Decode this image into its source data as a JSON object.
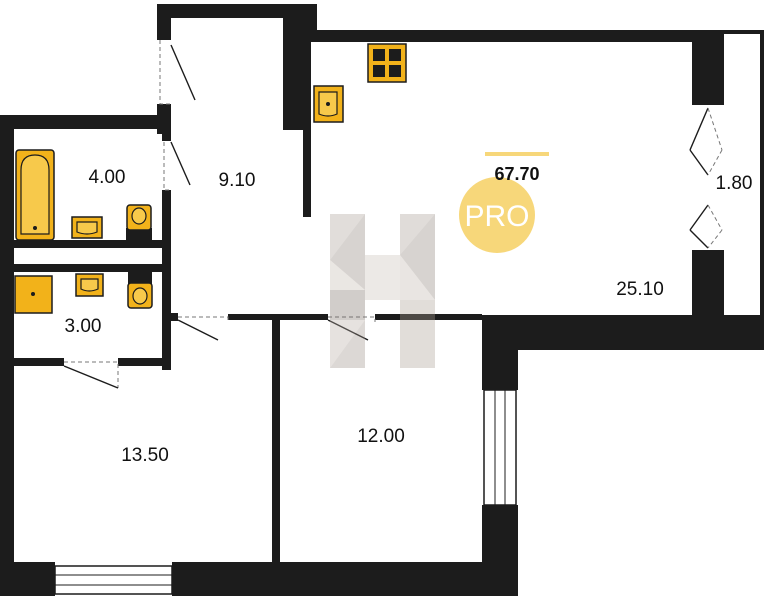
{
  "rooms": [
    {
      "id": "bathroom",
      "area": "4.00"
    },
    {
      "id": "hall",
      "area": "9.10"
    },
    {
      "id": "kitchen-living",
      "area": "25.10"
    },
    {
      "id": "loggia",
      "area": "1.80"
    },
    {
      "id": "toilet",
      "area": "3.00"
    },
    {
      "id": "bedroom-1",
      "area": "13.50"
    },
    {
      "id": "bedroom-2",
      "area": "12.00"
    }
  ],
  "total_area": "67.70",
  "badge": {
    "text": "PRO",
    "color": "#f7d77a"
  },
  "colors": {
    "wall": "#1c1c1c",
    "fixture": "#f2b21a",
    "background": "#ffffff"
  },
  "watermark": {
    "icon": "h-logo-icon"
  }
}
